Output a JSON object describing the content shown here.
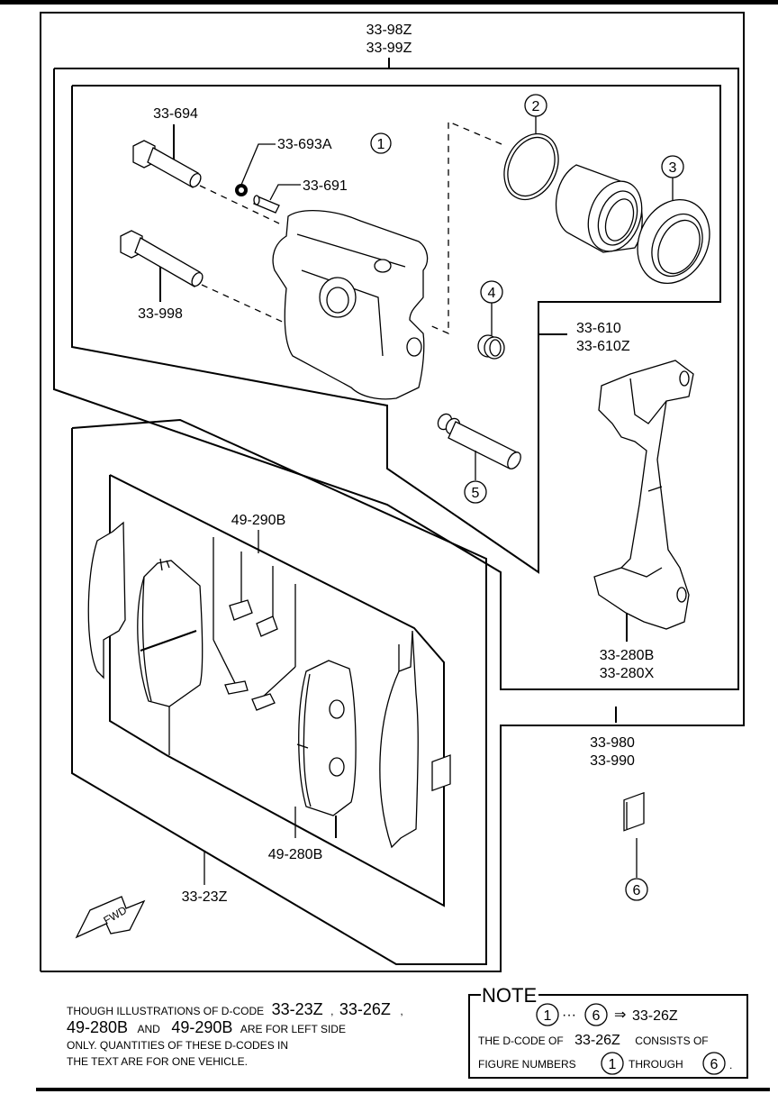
{
  "diagram": {
    "title": "Front Brake Caliper Exploded View",
    "assemblies": {
      "outer": [
        "33-98Z",
        "33-99Z"
      ],
      "caliper_body": [
        "33-610",
        "33-610Z"
      ],
      "mounting_support": [
        "33-280B",
        "33-280X"
      ],
      "grease_kit": [
        "33-980",
        "33-990"
      ]
    },
    "parts": {
      "guide_pin_upper": "33-694",
      "guide_pin_lower": "33-998",
      "bleeder_cap": "33-693A",
      "bleeder_screw": "33-691",
      "pad_kit": "33-23Z",
      "pads": "49-280B",
      "pad_clips": "49-290B"
    },
    "callouts": {
      "c1": "1",
      "c2": "2",
      "c3": "3",
      "c4": "4",
      "c5": "5",
      "c6": "6"
    },
    "fwd_arrow": "FWD"
  },
  "footnote": {
    "line1_a": "THOUGH ILLUSTRATIONS OF D-CODE",
    "line1_code1": "33-23Z",
    "line1_sep": ",",
    "line1_code2": "33-26Z",
    "line1_end": ",",
    "line2_code1": "49-280B",
    "line2_and": "AND",
    "line2_code2": "49-290B",
    "line2_end": "ARE FOR LEFT SIDE",
    "line3": "ONLY. QUANTITIES OF THESE D-CODES IN",
    "line4": "THE TEXT ARE FOR ONE VEHICLE."
  },
  "note": {
    "title": "NOTE",
    "range_start": "1",
    "ellipsis": "···",
    "range_end": "6",
    "arrow": "⇒",
    "kit_code": "33-26Z",
    "line2_a": "THE D-CODE OF",
    "line2_code": "33-26Z",
    "line2_b": "CONSISTS OF",
    "line3_a": "FIGURE NUMBERS",
    "line3_n1": "1",
    "line3_through": "THROUGH",
    "line3_n2": "6",
    "line3_end": "."
  }
}
